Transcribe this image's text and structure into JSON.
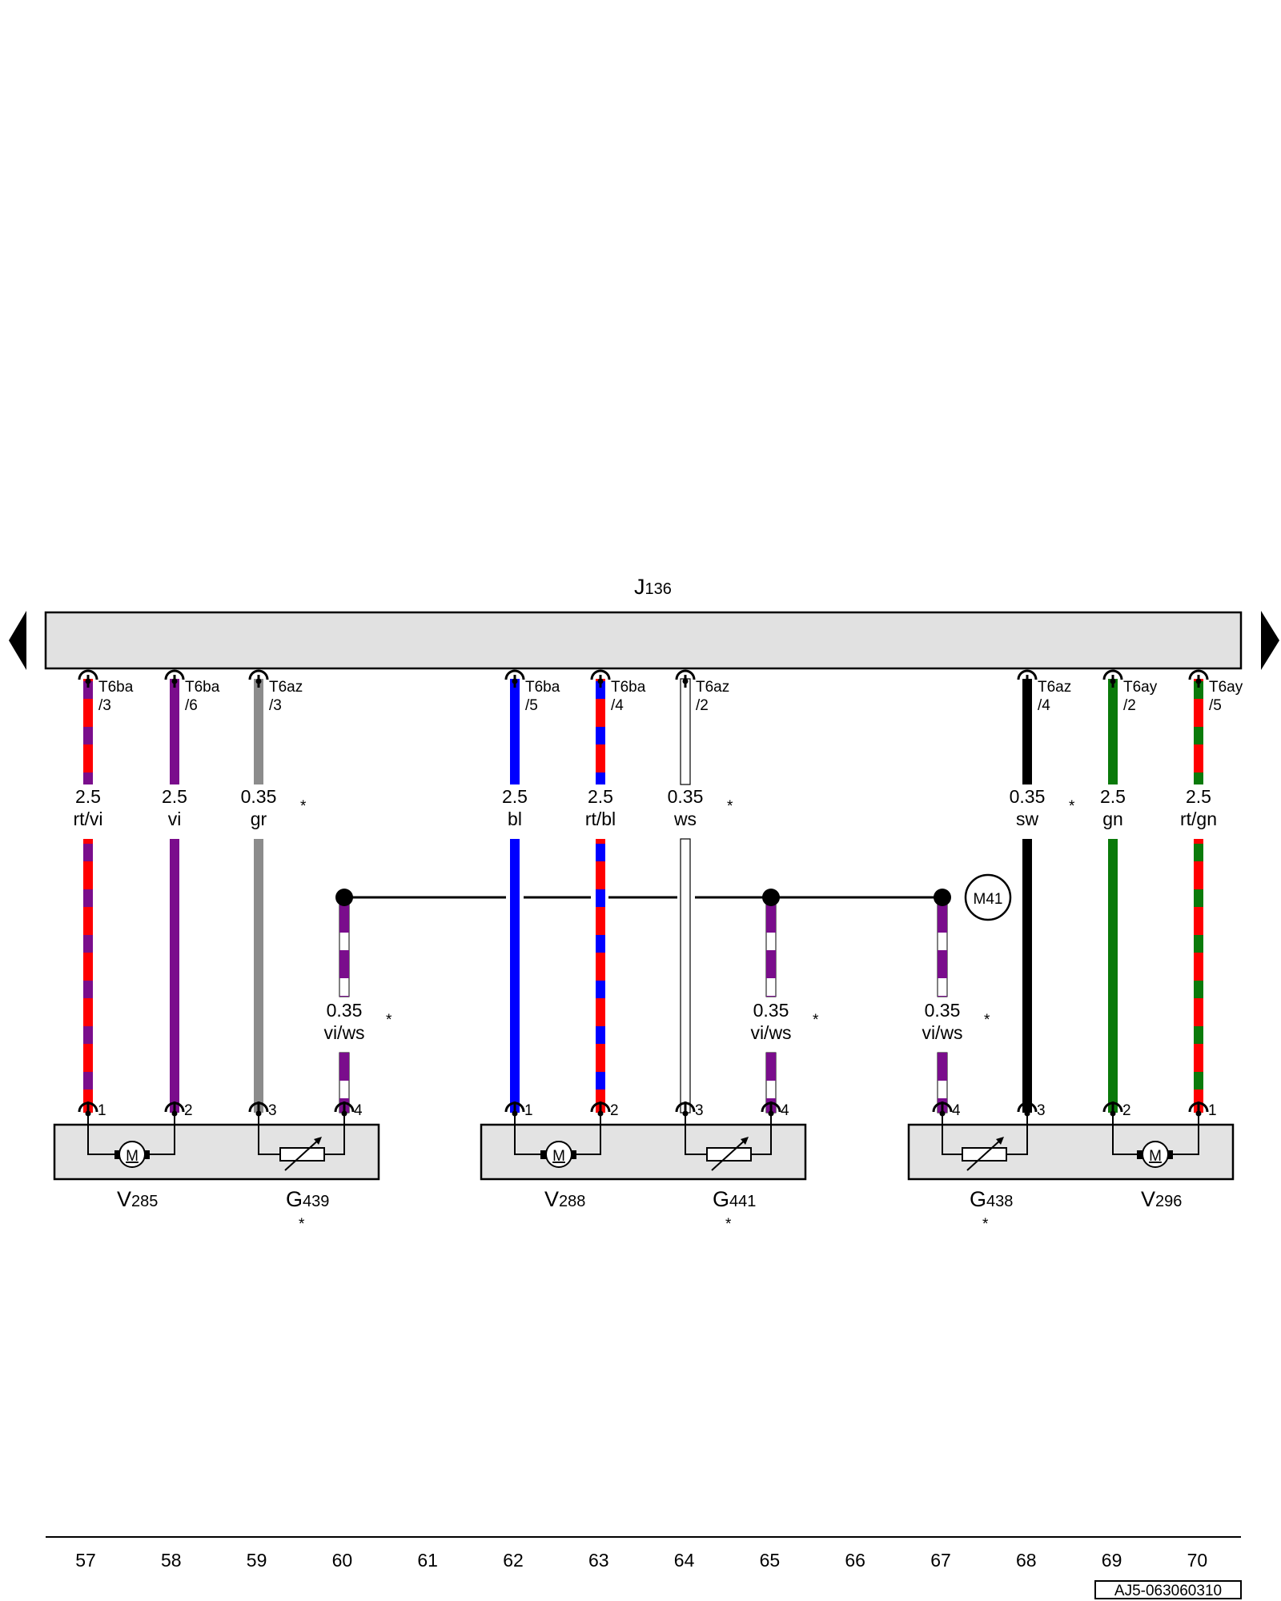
{
  "control_unit": {
    "letter": "J",
    "number": "136"
  },
  "colors": {
    "rt": "#ff0000",
    "vi": "#7a0d8c",
    "gr": "#8c8c8c",
    "bl": "#0000ff",
    "ws": "#ffffff",
    "sw": "#000000",
    "gn": "#0a7a0a",
    "bar_fill": "#e1e1e1",
    "box_fill": "#e3e3e3"
  },
  "wires": [
    {
      "id": "w57",
      "connector": "T6ba",
      "pin": "/3",
      "size": "2.5",
      "color_code": "rt/vi",
      "base": "rt",
      "stripe": "vi",
      "asterisk": ""
    },
    {
      "id": "w58",
      "connector": "T6ba",
      "pin": "/6",
      "size": "2.5",
      "color_code": "vi",
      "base": "vi",
      "stripe": "",
      "asterisk": ""
    },
    {
      "id": "w59",
      "connector": "T6az",
      "pin": "/3",
      "size": "0.35",
      "color_code": "gr",
      "base": "gr",
      "stripe": "",
      "asterisk": "*"
    },
    {
      "id": "w62",
      "connector": "T6ba",
      "pin": "/5",
      "size": "2.5",
      "color_code": "bl",
      "base": "bl",
      "stripe": "",
      "asterisk": ""
    },
    {
      "id": "w63",
      "connector": "T6ba",
      "pin": "/4",
      "size": "2.5",
      "color_code": "rt/bl",
      "base": "rt",
      "stripe": "bl",
      "asterisk": ""
    },
    {
      "id": "w64",
      "connector": "T6az",
      "pin": "/2",
      "size": "0.35",
      "color_code": "ws",
      "base": "ws",
      "stripe": "",
      "asterisk": "*"
    },
    {
      "id": "w68",
      "connector": "T6az",
      "pin": "/4",
      "size": "0.35",
      "color_code": "sw",
      "base": "sw",
      "stripe": "",
      "asterisk": "*"
    },
    {
      "id": "w69",
      "connector": "T6ay",
      "pin": "/2",
      "size": "2.5",
      "color_code": "gn",
      "base": "gn",
      "stripe": "",
      "asterisk": ""
    },
    {
      "id": "w70",
      "connector": "T6ay",
      "pin": "/5",
      "size": "2.5",
      "color_code": "rt/gn",
      "base": "rt",
      "stripe": "gn",
      "asterisk": ""
    }
  ],
  "ground_wires": [
    {
      "id": "g60",
      "size": "0.35",
      "color_code": "vi/ws",
      "asterisk": "*"
    },
    {
      "id": "g65",
      "size": "0.35",
      "color_code": "vi/ws",
      "asterisk": "*"
    },
    {
      "id": "g67",
      "size": "0.35",
      "color_code": "vi/ws",
      "asterisk": "*"
    }
  ],
  "ground_point": "M41",
  "modules": [
    {
      "id": "m1",
      "pins": [
        "1",
        "2",
        "3",
        "4"
      ],
      "motor": {
        "letter": "V",
        "number": "285",
        "asterisk": ""
      },
      "sensor": {
        "letter": "G",
        "number": "439",
        "asterisk": "*"
      }
    },
    {
      "id": "m2",
      "pins": [
        "1",
        "2",
        "3",
        "4"
      ],
      "motor": {
        "letter": "V",
        "number": "288",
        "asterisk": ""
      },
      "sensor": {
        "letter": "G",
        "number": "441",
        "asterisk": "*"
      }
    },
    {
      "id": "m3",
      "pins": [
        "4",
        "3",
        "2",
        "1"
      ],
      "motor": {
        "letter": "V",
        "number": "296",
        "asterisk": ""
      },
      "sensor": {
        "letter": "G",
        "number": "438",
        "asterisk": "*"
      }
    }
  ],
  "motor_symbol": "M",
  "columns": [
    "57",
    "58",
    "59",
    "60",
    "61",
    "62",
    "63",
    "64",
    "65",
    "66",
    "67",
    "68",
    "69",
    "70"
  ],
  "reference": "AJ5-063060310"
}
